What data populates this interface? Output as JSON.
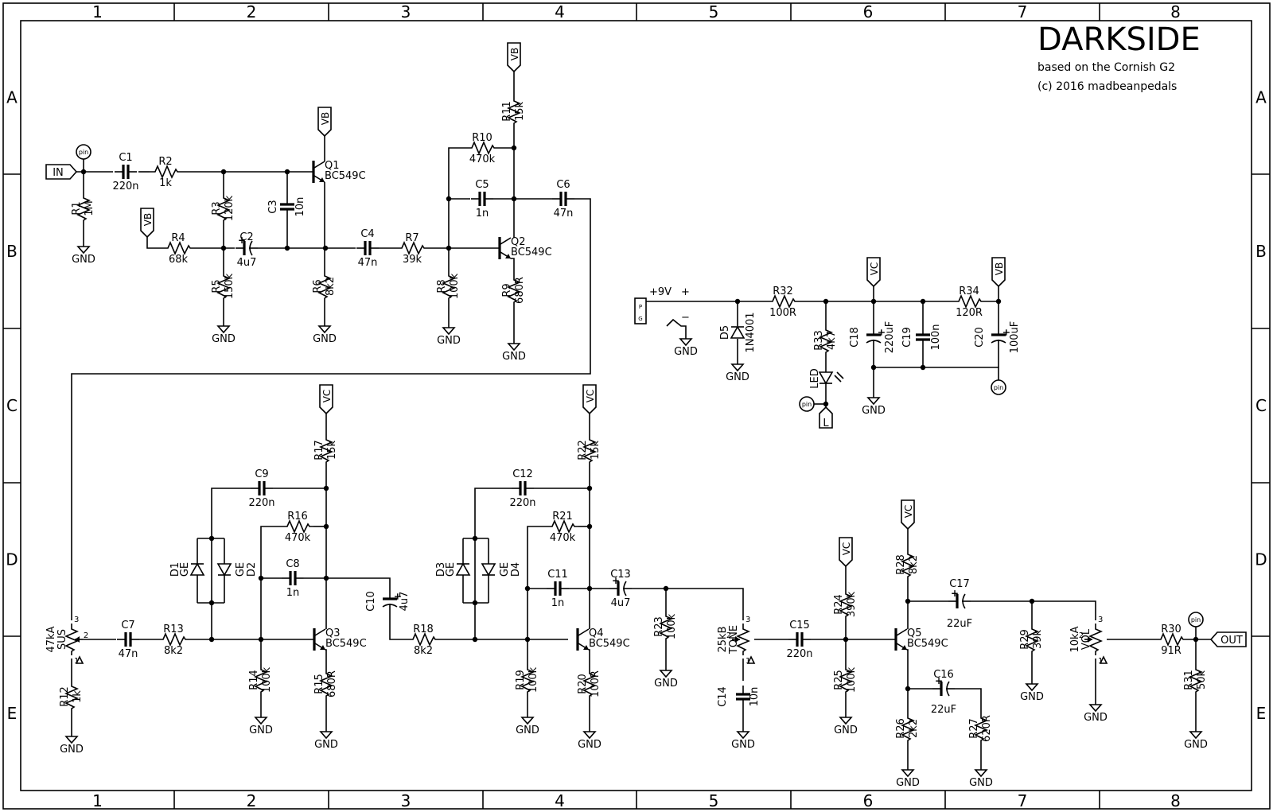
{
  "title": {
    "name": "DARKSIDE",
    "based_on": "based on the Cornish G2",
    "copyright": "(c) 2016 madbeanpedals"
  },
  "grid": {
    "columns": [
      "1",
      "2",
      "3",
      "4",
      "5",
      "6",
      "7",
      "8"
    ],
    "rows": [
      "A",
      "B",
      "C",
      "D",
      "E"
    ]
  },
  "nets": {
    "in": "IN",
    "out": "OUT",
    "vb": "VB",
    "vc": "VC",
    "gnd": "GND",
    "pin": "pin",
    "l": "L",
    "p": "P",
    "g": "G",
    "v9": "+9V",
    "plus": "+",
    "minus": "−"
  },
  "components": {
    "R1": {
      "ref": "R1",
      "value": "1M"
    },
    "R2": {
      "ref": "R2",
      "value": "1k"
    },
    "R3": {
      "ref": "R3",
      "value": "120k"
    },
    "R4": {
      "ref": "R4",
      "value": "68k"
    },
    "R5": {
      "ref": "R5",
      "value": "150k"
    },
    "R6": {
      "ref": "R6",
      "value": "8k2"
    },
    "R7": {
      "ref": "R7",
      "value": "39k"
    },
    "R8": {
      "ref": "R8",
      "value": "100k"
    },
    "R9": {
      "ref": "R9",
      "value": "680R"
    },
    "R10": {
      "ref": "R10",
      "value": "470k"
    },
    "R11": {
      "ref": "R11",
      "value": "15k"
    },
    "R12": {
      "ref": "R12",
      "value": "1k"
    },
    "R13": {
      "ref": "R13",
      "value": "8k2"
    },
    "R14": {
      "ref": "R14",
      "value": "100k"
    },
    "R15": {
      "ref": "R15",
      "value": "680R"
    },
    "R16": {
      "ref": "R16",
      "value": "470k"
    },
    "R17": {
      "ref": "R17",
      "value": "15k"
    },
    "R18": {
      "ref": "R18",
      "value": "8k2"
    },
    "R19": {
      "ref": "R19",
      "value": "100k"
    },
    "R20": {
      "ref": "R20",
      "value": "100R"
    },
    "R21": {
      "ref": "R21",
      "value": "470k"
    },
    "R22": {
      "ref": "R22",
      "value": "15k"
    },
    "R23": {
      "ref": "R23",
      "value": "100k"
    },
    "R24": {
      "ref": "R24",
      "value": "390k"
    },
    "R25": {
      "ref": "R25",
      "value": "100k"
    },
    "R26": {
      "ref": "R26",
      "value": "2k2"
    },
    "R27": {
      "ref": "R27",
      "value": "620R"
    },
    "R28": {
      "ref": "R28",
      "value": "8k2"
    },
    "R29": {
      "ref": "R29",
      "value": "39k"
    },
    "R30": {
      "ref": "R30",
      "value": "91R"
    },
    "R31": {
      "ref": "R31",
      "value": "50k"
    },
    "R32": {
      "ref": "R32",
      "value": "100R"
    },
    "R33": {
      "ref": "R33",
      "value": "4k7"
    },
    "R34": {
      "ref": "R34",
      "value": "120R"
    },
    "C1": {
      "ref": "C1",
      "value": "220n"
    },
    "C2": {
      "ref": "C2",
      "value": "4u7"
    },
    "C3": {
      "ref": "C3",
      "value": "10n"
    },
    "C4": {
      "ref": "C4",
      "value": "47n"
    },
    "C5": {
      "ref": "C5",
      "value": "1n"
    },
    "C6": {
      "ref": "C6",
      "value": "47n"
    },
    "C7": {
      "ref": "C7",
      "value": "47n"
    },
    "C8": {
      "ref": "C8",
      "value": "1n"
    },
    "C9": {
      "ref": "C9",
      "value": "220n"
    },
    "C10": {
      "ref": "C10",
      "value": "4u7"
    },
    "C11": {
      "ref": "C11",
      "value": "1n"
    },
    "C12": {
      "ref": "C12",
      "value": "220n"
    },
    "C13": {
      "ref": "C13",
      "value": "4u7"
    },
    "C14": {
      "ref": "C14",
      "value": "10n"
    },
    "C15": {
      "ref": "C15",
      "value": "220n"
    },
    "C16": {
      "ref": "C16",
      "value": "22uF"
    },
    "C17": {
      "ref": "C17",
      "value": "22uF"
    },
    "C18": {
      "ref": "C18",
      "value": "220uF"
    },
    "C19": {
      "ref": "C19",
      "value": "100n"
    },
    "C20": {
      "ref": "C20",
      "value": "100uF"
    },
    "Q1": {
      "ref": "Q1",
      "value": "BC549C"
    },
    "Q2": {
      "ref": "Q2",
      "value": "BC549C"
    },
    "Q3": {
      "ref": "Q3",
      "value": "BC549C"
    },
    "Q4": {
      "ref": "Q4",
      "value": "BC549C"
    },
    "Q5": {
      "ref": "Q5",
      "value": "BC549C"
    },
    "D1": {
      "ref": "D1",
      "value": "GE"
    },
    "D2": {
      "ref": "D2",
      "value": "GE"
    },
    "D3": {
      "ref": "D3",
      "value": "GE"
    },
    "D4": {
      "ref": "D4",
      "value": "GE"
    },
    "D5": {
      "ref": "D5",
      "value": "1N4001"
    },
    "LED": {
      "ref": "LED",
      "value": ""
    },
    "SUS": {
      "ref": "SUS",
      "value": "47kA"
    },
    "TONE": {
      "ref": "TONE",
      "value": "25kB"
    },
    "VOL": {
      "ref": "VOL",
      "value": "10kA"
    }
  },
  "pot_pins": {
    "p1": "1",
    "p2": "2",
    "p3": "3"
  }
}
